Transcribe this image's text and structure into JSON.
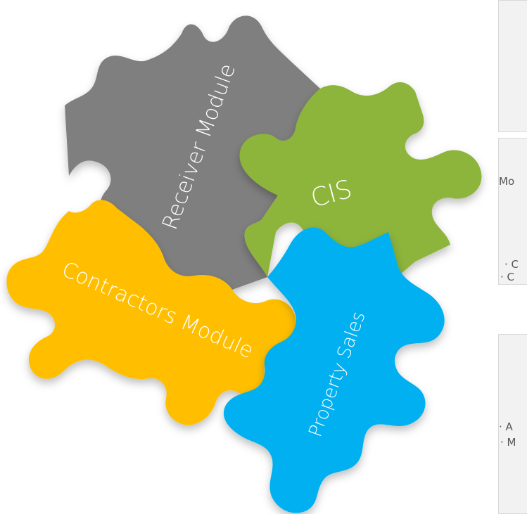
{
  "pieces": [
    {
      "id": "receiver",
      "label": "Receiver Module",
      "color": "#7f7f7f"
    },
    {
      "id": "cis",
      "label": "CIS",
      "color": "#8db43a"
    },
    {
      "id": "contractors",
      "label": "Contractors Module",
      "color": "#ffbf00"
    },
    {
      "id": "property",
      "label": "Property Sales",
      "color": "#00b0f0"
    }
  ],
  "panels": [
    {
      "lines": []
    },
    {
      "lines": [
        "Mo",
        "· C",
        "· C"
      ]
    },
    {
      "lines": [
        "· A",
        "· M"
      ]
    }
  ]
}
